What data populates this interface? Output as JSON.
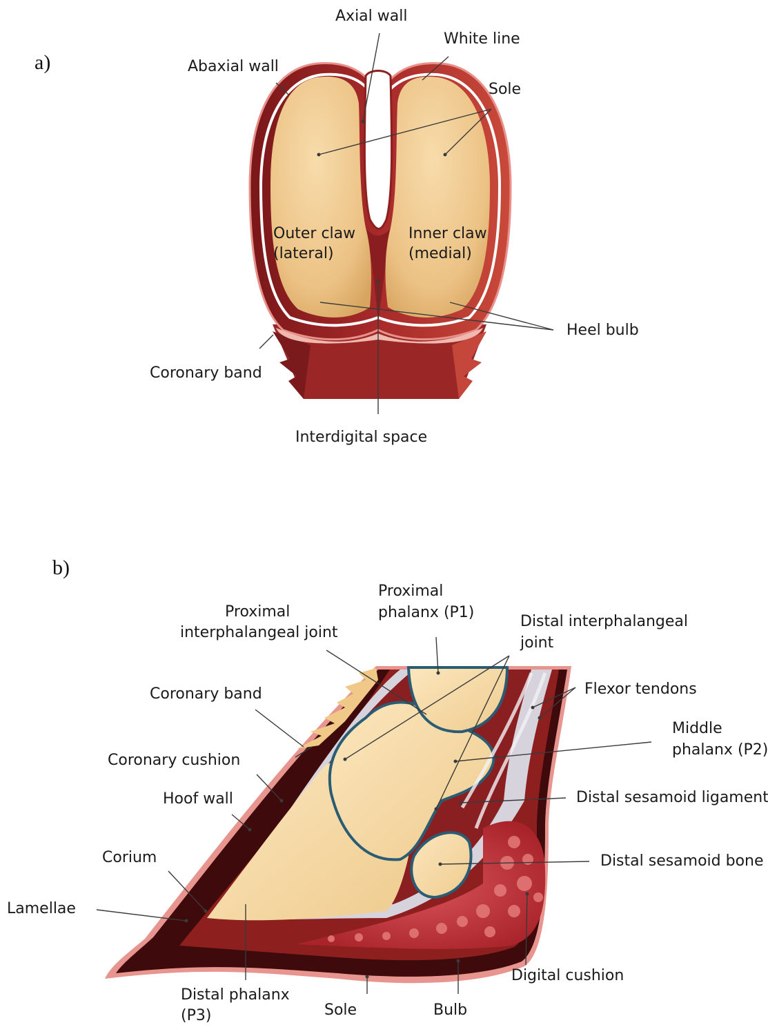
{
  "panel_a": {
    "tag": "a)",
    "labels": {
      "axial_wall": "Axial wall",
      "white_line": "White line",
      "abaxial_wall": "Abaxial wall",
      "sole": "Sole",
      "outer_claw_1": "Outer claw",
      "outer_claw_2": "(lateral)",
      "inner_claw_1": "Inner claw",
      "inner_claw_2": "(medial)",
      "heel_bulb": "Heel bulb",
      "coronary_band": "Coronary band",
      "interdigital_space": "Interdigital space"
    }
  },
  "panel_b": {
    "tag": "b)",
    "labels": {
      "proximal_phalanx_1": "Proximal",
      "proximal_phalanx_2": "phalanx (P1)",
      "pip_joint_1": "Proximal",
      "pip_joint_2": "interphalangeal joint",
      "dip_joint_1": "Distal interphalangeal",
      "dip_joint_2": "joint",
      "coronary_band": "Coronary band",
      "flexor_tendons": "Flexor tendons",
      "middle_phalanx_1": "Middle",
      "middle_phalanx_2": "phalanx (P2)",
      "coronary_cushion": "Coronary cushion",
      "hoof_wall": "Hoof wall",
      "distal_sesamoid_ligament": "Distal sesamoid ligament",
      "corium": "Corium",
      "distal_sesamoid_bone": "Distal sesamoid bone",
      "lamellae": "Lamellae",
      "digital_cushion": "Digital cushion",
      "distal_phalanx_1": "Distal phalanx",
      "distal_phalanx_2": "(P3)",
      "sole": "Sole",
      "bulb": "Bulb"
    }
  },
  "colors": {
    "horn_dark": "#8e1f1f",
    "horn_mid": "#b83a32",
    "sole_fill": "#efc98f",
    "bone_fill": "#f6d9a3",
    "joint_blue": "#2a5d74",
    "cushion_red": "#c4343a",
    "tendon_grey": "#d6d3dc",
    "deep_red": "#3e0a0c"
  }
}
